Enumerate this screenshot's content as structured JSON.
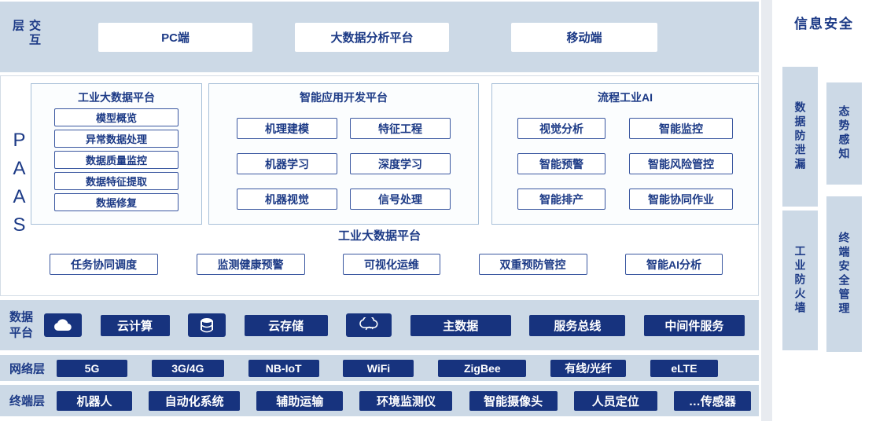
{
  "colors": {
    "navy_button": "#17337e",
    "navy_text": "#1c3a86",
    "layer_background": "#ccd9e6"
  },
  "interaction": {
    "label": "交互层",
    "items": [
      "PC端",
      "大数据分析平台",
      "移动端"
    ]
  },
  "paas": {
    "label": "PAAS",
    "groups": [
      {
        "title": "工业大数据平台",
        "items": [
          "模型概览",
          "异常数据处理",
          "数据质量监控",
          "数据特征提取",
          "数据修复"
        ]
      },
      {
        "title": "智能应用开发平台",
        "items": [
          "机理建模",
          "特征工程",
          "机器学习",
          "深度学习",
          "机器视觉",
          "信号处理"
        ]
      },
      {
        "title": "流程工业AI",
        "items": [
          "视觉分析",
          "智能监控",
          "智能预警",
          "智能风险管控",
          "智能排产",
          "智能协同作业"
        ]
      }
    ],
    "bottom": {
      "title": "工业大数据平台",
      "items": [
        "任务协同调度",
        "监测健康预警",
        "可视化运维",
        "双重预防管控",
        "智能AI分析"
      ]
    }
  },
  "data_platform": {
    "label": "数据平台",
    "icons": [
      "cloud-icon",
      "database-icon",
      "cloud-sync-icon"
    ],
    "items": [
      "云计算",
      "云存储",
      "主数据",
      "服务总线",
      "中间件服务"
    ]
  },
  "network": {
    "label": "网络层",
    "items": [
      "5G",
      "3G/4G",
      "NB-IoT",
      "WiFi",
      "ZigBee",
      "有线/光纤",
      "eLTE"
    ]
  },
  "terminal": {
    "label": "终端层",
    "items": [
      "机器人",
      "自动化系统",
      "辅助运输",
      "环境监测仪",
      "智能摄像头",
      "人员定位",
      "…传感器"
    ]
  },
  "security": {
    "title": "信息安全",
    "items": [
      "数据防泄漏",
      "态势感知",
      "工业防火墙",
      "终端安全管理"
    ]
  }
}
